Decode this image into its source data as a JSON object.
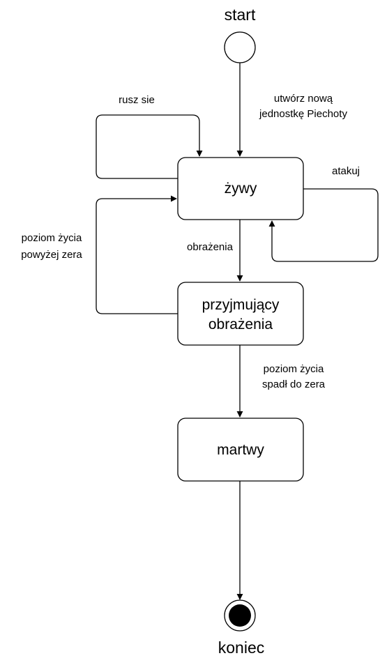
{
  "diagram": {
    "type": "state-machine",
    "start": {
      "label": "start"
    },
    "end": {
      "label": "koniec"
    },
    "states": {
      "zywy": {
        "label": "żywy"
      },
      "przyjmujacy": {
        "line1": "przyjmujący",
        "line2": "obrażenia"
      },
      "martwy": {
        "label": "martwy"
      }
    },
    "transitions": {
      "create": {
        "line1": "utwórz nową",
        "line2": "jednostkę Piechoty"
      },
      "move": {
        "label": "rusz sie"
      },
      "attack": {
        "label": "atakuj"
      },
      "damage": {
        "label": "obrażenia"
      },
      "hp_above": {
        "line1": "poziom życia",
        "line2": "powyżej zera"
      },
      "hp_zero": {
        "line1": "poziom życia",
        "line2": "spadł do zera"
      }
    },
    "colors": {
      "stroke": "#000000",
      "fill": "#ffffff",
      "end_dot": "#000000"
    }
  }
}
